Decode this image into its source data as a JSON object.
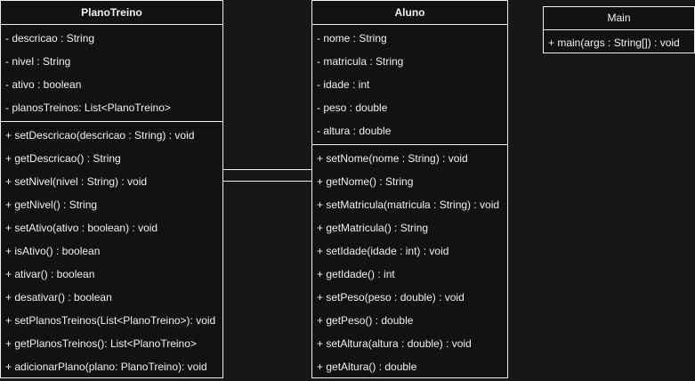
{
  "classes": {
    "planotreino": {
      "name": "PlanoTreino",
      "attributes": [
        "- descricao : String",
        "- nivel : String",
        "- ativo : boolean",
        "- planosTreinos: List<PlanoTreino>"
      ],
      "methods": [
        "+ setDescricao(descricao : String) : void",
        "+ getDescricao() : String",
        "+ setNivel(nivel : String) : void",
        "+ getNivel() : String",
        "+ setAtivo(ativo : boolean) : void",
        "+ isAtivo() : boolean",
        "+ ativar() : boolean",
        "+ desativar() : boolean",
        "+ setPlanosTreinos(List<PlanoTreino>): void",
        "+ getPlanosTreinos(): List<PlanoTreino>",
        "+ adicionarPlano(plano: PlanoTreino): void"
      ]
    },
    "aluno": {
      "name": "Aluno",
      "attributes": [
        "- nome : String",
        "- matricula : String",
        "- idade : int",
        "- peso : double",
        "- altura : double"
      ],
      "methods": [
        "+ setNome(nome : String) : void",
        "+ getNome() : String",
        "+ setMatricula(matricula : String) : void",
        "+ getMatricula() : String",
        "+ setIdade(idade : int) : void",
        "+ getIdade() : int",
        "+ setPeso(peso : double) : void",
        "+ getPeso() : double",
        "+ setAltura(altura : double) : void",
        "+ getAltura() : double"
      ]
    },
    "main": {
      "name": "Main",
      "attributes": [],
      "methods": [
        "+ main(args : String[]) : void"
      ]
    }
  },
  "colors": {
    "background": "#171717",
    "box_fill": "#121212",
    "stroke": "#f0f0f0",
    "text": "#f0f0f0"
  }
}
